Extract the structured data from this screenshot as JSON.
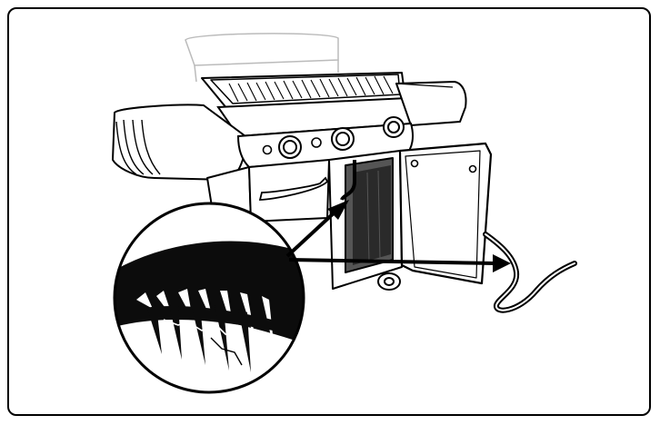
{
  "figure": {
    "frame": "rounded-border",
    "subject": "gas-grill-with-open-cabinet-door",
    "callout": "magnified-hose-inspection",
    "callout_arrows": 2
  },
  "colors": {
    "outline": "#000000",
    "background": "#ffffff",
    "light_line": "#bbbbbb",
    "shadow": "#111111"
  }
}
